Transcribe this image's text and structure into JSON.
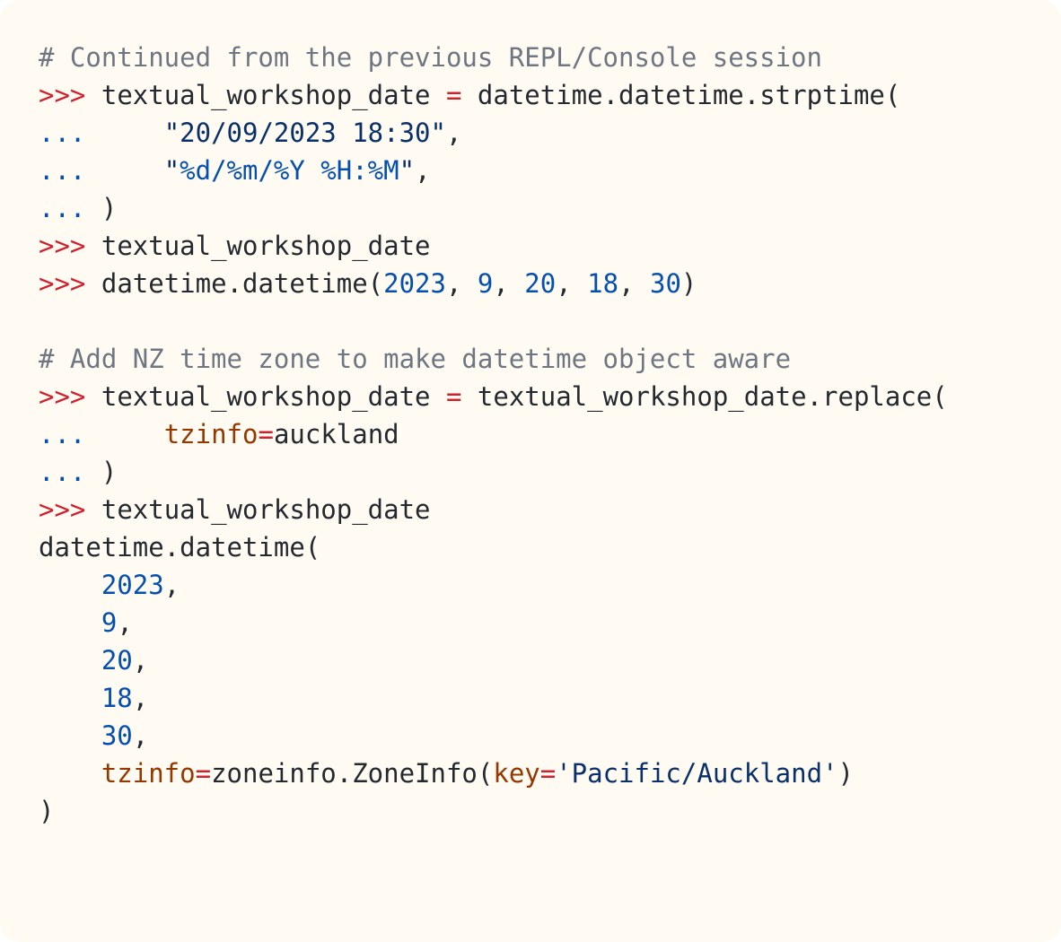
{
  "colors": {
    "background": "#fffbf3",
    "text": "#24292f",
    "prompt": "#cf222e",
    "continuation": "#0550ae",
    "comment": "#6e7781",
    "number": "#0550ae",
    "string": "#0a3069",
    "kwarg": "#953800"
  },
  "lines": [
    [
      {
        "t": "comment",
        "v": "# Continued from the previous REPL/Console session"
      }
    ],
    [
      {
        "t": "prompt",
        "v": ">>>"
      },
      {
        "t": "space",
        "v": " "
      },
      {
        "t": "name",
        "v": "textual_workshop_date"
      },
      {
        "t": "space",
        "v": " "
      },
      {
        "t": "op",
        "v": "="
      },
      {
        "t": "space",
        "v": " "
      },
      {
        "t": "name",
        "v": "datetime.datetime.strptime("
      }
    ],
    [
      {
        "t": "cont",
        "v": "..."
      },
      {
        "t": "space",
        "v": "     "
      },
      {
        "t": "string",
        "v": "\"20/09/2023 18:30\""
      },
      {
        "t": "punct",
        "v": ","
      }
    ],
    [
      {
        "t": "cont",
        "v": "..."
      },
      {
        "t": "space",
        "v": "     "
      },
      {
        "t": "string",
        "v": "\""
      },
      {
        "t": "strfmt",
        "v": "%d/%m/%Y %H:%M"
      },
      {
        "t": "string",
        "v": "\""
      },
      {
        "t": "punct",
        "v": ","
      }
    ],
    [
      {
        "t": "cont",
        "v": "..."
      },
      {
        "t": "space",
        "v": " "
      },
      {
        "t": "punct",
        "v": ")"
      }
    ],
    [
      {
        "t": "prompt",
        "v": ">>>"
      },
      {
        "t": "space",
        "v": " "
      },
      {
        "t": "name",
        "v": "textual_workshop_date"
      }
    ],
    [
      {
        "t": "prompt",
        "v": ">>>"
      },
      {
        "t": "space",
        "v": " "
      },
      {
        "t": "name",
        "v": "datetime.datetime("
      },
      {
        "t": "number",
        "v": "2023"
      },
      {
        "t": "punct",
        "v": ", "
      },
      {
        "t": "number",
        "v": "9"
      },
      {
        "t": "punct",
        "v": ", "
      },
      {
        "t": "number",
        "v": "20"
      },
      {
        "t": "punct",
        "v": ", "
      },
      {
        "t": "number",
        "v": "18"
      },
      {
        "t": "punct",
        "v": ", "
      },
      {
        "t": "number",
        "v": "30"
      },
      {
        "t": "punct",
        "v": ")"
      }
    ],
    [],
    [
      {
        "t": "comment",
        "v": "# Add NZ time zone to make datetime object aware"
      }
    ],
    [
      {
        "t": "prompt",
        "v": ">>>"
      },
      {
        "t": "space",
        "v": " "
      },
      {
        "t": "name",
        "v": "textual_workshop_date"
      },
      {
        "t": "space",
        "v": " "
      },
      {
        "t": "op",
        "v": "="
      },
      {
        "t": "space",
        "v": " "
      },
      {
        "t": "name",
        "v": "textual_workshop_date.replace("
      }
    ],
    [
      {
        "t": "cont",
        "v": "..."
      },
      {
        "t": "space",
        "v": "     "
      },
      {
        "t": "kwarg",
        "v": "tzinfo"
      },
      {
        "t": "op",
        "v": "="
      },
      {
        "t": "name",
        "v": "auckland"
      }
    ],
    [
      {
        "t": "cont",
        "v": "..."
      },
      {
        "t": "space",
        "v": " "
      },
      {
        "t": "punct",
        "v": ")"
      }
    ],
    [
      {
        "t": "prompt",
        "v": ">>>"
      },
      {
        "t": "space",
        "v": " "
      },
      {
        "t": "name",
        "v": "textual_workshop_date"
      }
    ],
    [
      {
        "t": "name",
        "v": "datetime.datetime("
      }
    ],
    [
      {
        "t": "space",
        "v": "    "
      },
      {
        "t": "number",
        "v": "2023"
      },
      {
        "t": "punct",
        "v": ","
      }
    ],
    [
      {
        "t": "space",
        "v": "    "
      },
      {
        "t": "number",
        "v": "9"
      },
      {
        "t": "punct",
        "v": ","
      }
    ],
    [
      {
        "t": "space",
        "v": "    "
      },
      {
        "t": "number",
        "v": "20"
      },
      {
        "t": "punct",
        "v": ","
      }
    ],
    [
      {
        "t": "space",
        "v": "    "
      },
      {
        "t": "number",
        "v": "18"
      },
      {
        "t": "punct",
        "v": ","
      }
    ],
    [
      {
        "t": "space",
        "v": "    "
      },
      {
        "t": "number",
        "v": "30"
      },
      {
        "t": "punct",
        "v": ","
      }
    ],
    [
      {
        "t": "space",
        "v": "    "
      },
      {
        "t": "kwarg",
        "v": "tzinfo"
      },
      {
        "t": "op",
        "v": "="
      },
      {
        "t": "name",
        "v": "zoneinfo.ZoneInfo("
      },
      {
        "t": "kwarg",
        "v": "key"
      },
      {
        "t": "op",
        "v": "="
      },
      {
        "t": "string",
        "v": "'Pacific/Auckland'"
      },
      {
        "t": "punct",
        "v": ")"
      }
    ],
    [
      {
        "t": "punct",
        "v": ")"
      }
    ]
  ]
}
